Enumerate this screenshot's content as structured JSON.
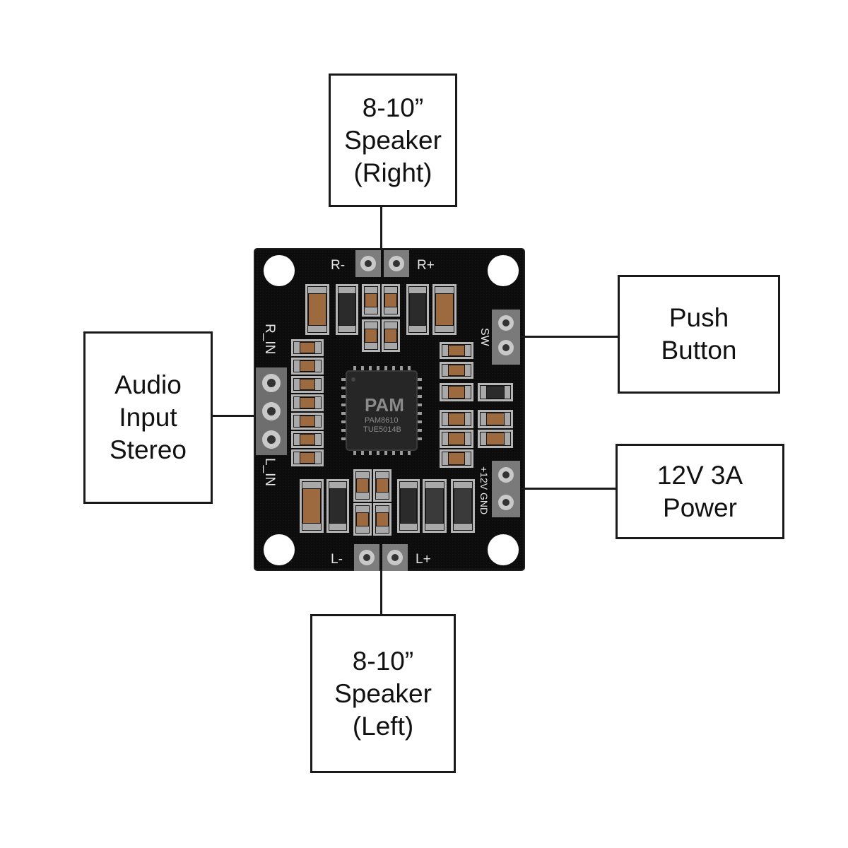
{
  "callouts": {
    "right_speaker": {
      "lines": [
        "8-10”",
        "Speaker",
        "(Right)"
      ]
    },
    "left_speaker": {
      "lines": [
        "8-10”",
        "Speaker",
        "(Left)"
      ]
    },
    "audio_input": {
      "lines": [
        "Audio",
        "Input",
        "Stereo"
      ]
    },
    "push_button": {
      "lines": [
        "Push",
        "Button"
      ]
    },
    "power": {
      "lines": [
        "12V 3A",
        "Power"
      ]
    }
  },
  "board": {
    "labels": {
      "r_minus": "R-",
      "r_plus": "R+",
      "l_minus": "L-",
      "l_plus": "L+",
      "r_in": "R_IN",
      "l_in": "L_IN",
      "sw": "SW",
      "power_pins": "+12V GND"
    },
    "chip": {
      "logo": "PAM",
      "part": "PAM8610",
      "lot": "TUE5014B"
    }
  },
  "colors": {
    "board": "#0c0c0c",
    "pad": "#a9a9a9",
    "capacitor": "#9c6a3e",
    "line": "#1a1a1a"
  }
}
